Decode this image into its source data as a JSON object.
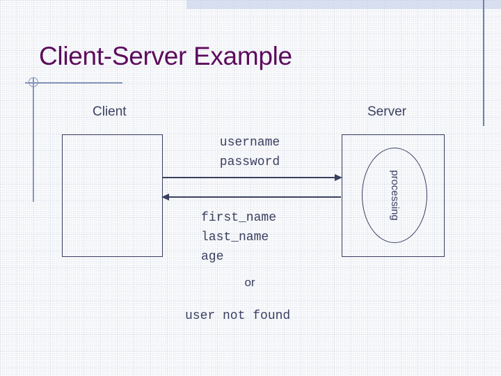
{
  "slide": {
    "title": "Client-Server Example",
    "title_color": "#5C0B5C",
    "ink_color": "#3A3F60",
    "decor_color": "#8695bb",
    "band_color": "#c5d0e8",
    "background": "#ffffff"
  },
  "columns": {
    "client_label": "Client",
    "server_label": "Server"
  },
  "server": {
    "process_label": "processing"
  },
  "messages": {
    "request": "username\npassword",
    "response": "first_name\nlast_name\nage",
    "alternative_separator": "or",
    "error_response": "user not found"
  },
  "arrows": {
    "request_direction": "right",
    "response_direction": "left"
  },
  "icons": {
    "decor_circle": "circle-outline-icon",
    "arrow_request": "arrow-right-icon",
    "arrow_response": "arrow-left-icon"
  }
}
